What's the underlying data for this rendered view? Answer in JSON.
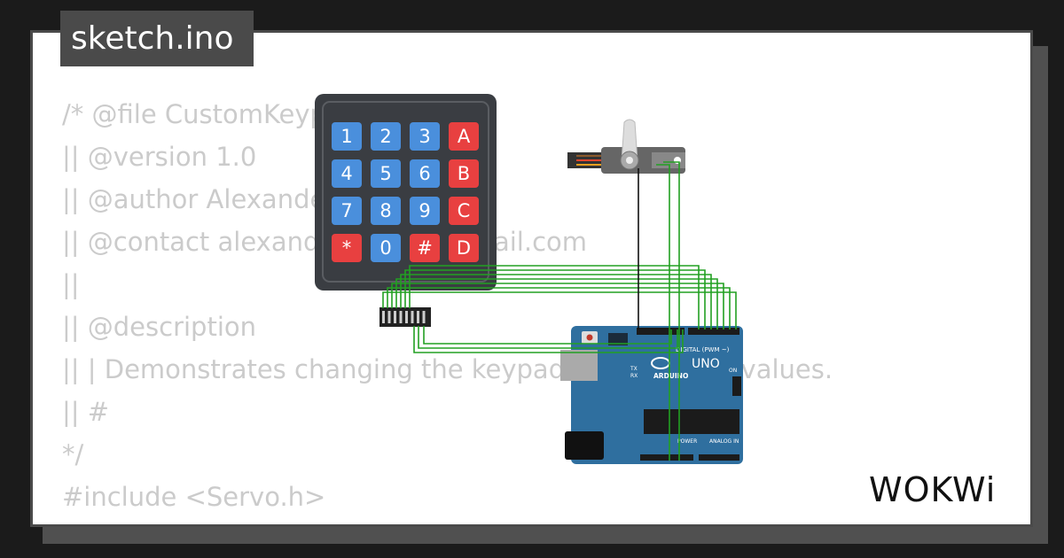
{
  "file_tab": {
    "label": "sketch.ino"
  },
  "code_lines": [
    "/* @file CustomKeypad.pde",
    "|| @version 1.0",
    "|| @author Alexander Brevig",
    "|| @contact alexanderbrevig@gmail.com",
    "||",
    "|| @description",
    "|| | Demonstrates changing the keypad size and key values.",
    "|| #",
    "*/",
    "#include <Servo.h>"
  ],
  "keypad": {
    "keys": [
      "1",
      "2",
      "3",
      "A",
      "4",
      "5",
      "6",
      "B",
      "7",
      "8",
      "9",
      "C",
      "*",
      "0",
      "#",
      "D"
    ],
    "colors": {
      "blue": "#4a8fdc",
      "red": "#e84040",
      "body": "#3a3d42"
    }
  },
  "arduino": {
    "brand": "ARDUINO",
    "model": "UNO",
    "labels": {
      "digital": "DIGITAL (PWM ~)",
      "power": "POWER",
      "analog": "ANALOG IN",
      "on": "ON",
      "tx": "TX",
      "rx": "RX"
    },
    "color": "#2f6f9f"
  },
  "wire_color": "#22a022",
  "logo": {
    "text": "WOKWi"
  }
}
